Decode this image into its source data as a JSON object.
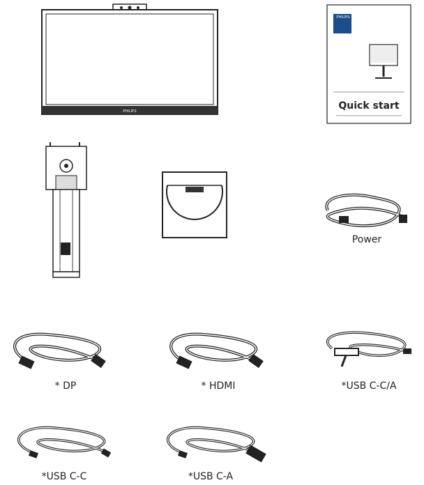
{
  "monitor": {
    "brand": "PHILIPS"
  },
  "quick_start": {
    "brand": "PHILIPS",
    "title": "Quick start"
  },
  "items": {
    "power": "Power",
    "dp": "* DP",
    "hdmi": "* HDMI",
    "usb_cca": "*USB C-C/A",
    "usb_cc": "*USB C-C",
    "usb_ca": "*USB C-A"
  }
}
